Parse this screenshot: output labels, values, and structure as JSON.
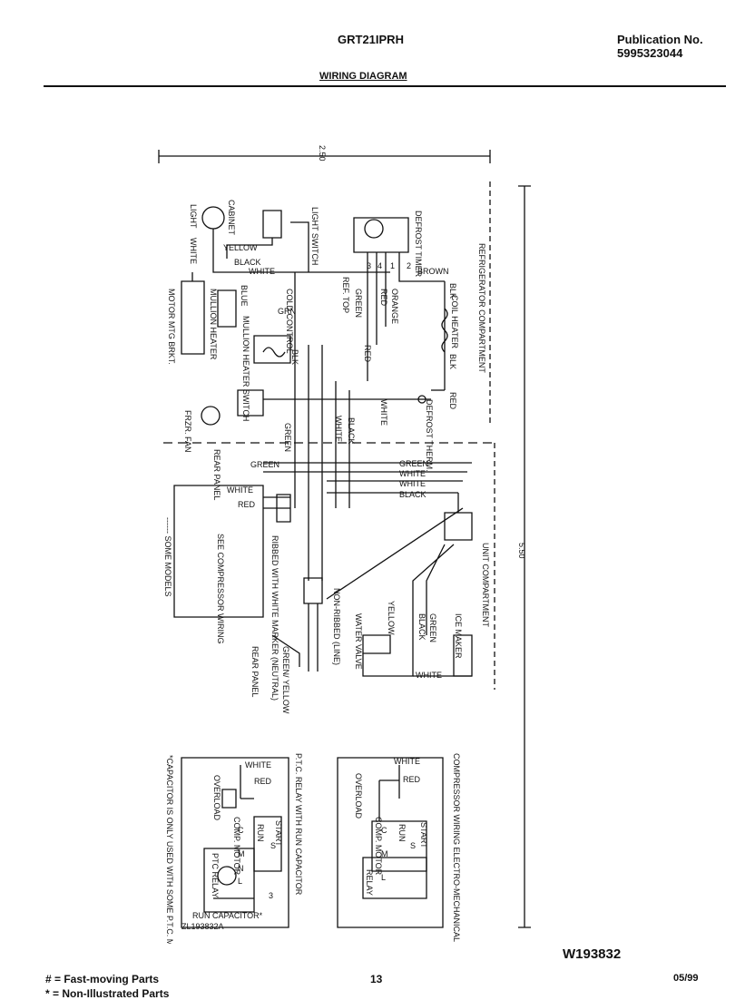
{
  "header": {
    "model": "GRT21IPRH",
    "publication_label": "Publication No.",
    "publication_number": "5995323044",
    "section_title": "WIRING DIAGRAM"
  },
  "diagram": {
    "dim_width": "2.50",
    "dim_height": "5.50",
    "compartments": {
      "refrigerator": "REFRIGERATOR COMPARTMENT",
      "unit": "UNIT COMPARTMENT"
    },
    "components": {
      "light": "LIGHT",
      "cabinet": "CABINET",
      "light_switch": "LIGHT SWITCH",
      "defrost_timer": "DEFROST TIMER",
      "mullion_heater": "MULLION HEATER",
      "mullion_heater_switch": "MULLION HEATER SWITCH",
      "cold_control": "COLD CONTROL",
      "ref_top": "REF. TOP",
      "coil_heater": "COIL HEATER",
      "motor_mtg_brkt": "MOTOR MTG BRKT.",
      "frzr_fan": "FRZR. FAN",
      "defrost_therm": "DEFROST THERM.",
      "rear_panel": "REAR PANEL",
      "see_compressor_wiring": "SEE COMPRESSOR WIRING",
      "some_models": "------ SOME MODELS",
      "ribbed_neutral": "RIBBED WITH WHITE MARKER (NEUTRAL)",
      "non_ribbed_line": "NON-RIBBED (LINE)",
      "water_valve": "WATER VALVE",
      "ice_maker": "ICE MAKER"
    },
    "wire_colors": {
      "white": "WHITE",
      "black": "BLACK",
      "yellow": "YELLOW",
      "brown": "BROWN",
      "orange": "ORANGE",
      "red": "RED",
      "green": "GREEN",
      "grn": "GRN",
      "blk": "BLK",
      "blue": "BLUE",
      "green_yellow": "GREEN/ YELLOW"
    },
    "timer_terminals": [
      "1",
      "2",
      "3",
      "4"
    ],
    "ptc_box": {
      "title": "P.T.C. RELAY WITH RUN CAPACITOR",
      "note": "*CAPACITOR IS ONLY USED WITH SOME P.T.C. MODELS.",
      "white": "WHITE",
      "red": "RED",
      "overload": "OVERLOAD",
      "comp_motor": "COMP. MOTOR",
      "ptc_relay": "PTC RELAY",
      "start": "START",
      "run": "RUN",
      "run_capacitor": "RUN CAPACITOR*",
      "ref_code": "ZL193832A",
      "terms": [
        "C",
        "M",
        "S",
        "L",
        "N",
        "3"
      ]
    },
    "electro_box": {
      "title": "COMPRESSOR WIRING ELECTRO-MECHANICAL RELAY",
      "white": "WHITE",
      "red": "RED",
      "overload": "OVERLOAD",
      "comp_motor": "COMP. MOTOR",
      "relay": "RELAY",
      "start": "START",
      "run": "RUN",
      "terms": [
        "C",
        "M",
        "S",
        "L"
      ]
    }
  },
  "footer": {
    "drawing_code": "W193832",
    "page_number": "13",
    "date": "05/99",
    "legend_fast": "# = Fast-moving Parts",
    "legend_non": "* = Non-Illustrated Parts"
  }
}
